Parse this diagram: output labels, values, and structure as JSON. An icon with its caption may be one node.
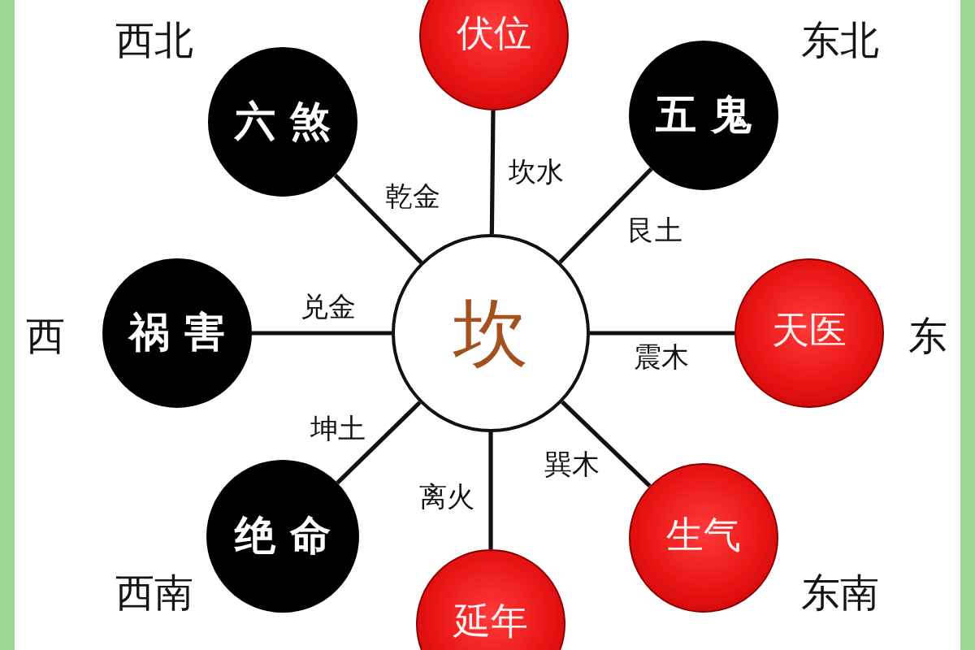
{
  "diagram": {
    "nodes": [
      {
        "text": [
          "伏位"
        ]
      },
      {
        "text": [
          "六煞"
        ],
        "beside": [
          "西北"
        ]
      },
      {
        "text": [
          "五鬼"
        ],
        "beside": [
          "东北"
        ]
      },
      {
        "text": [
          "祸害"
        ],
        "beside": [
          "西"
        ]
      },
      {
        "text": [
          "坎"
        ]
      },
      {
        "text": [
          "天医"
        ],
        "beside": [
          "东"
        ]
      },
      {
        "text": [
          "绝命"
        ],
        "beside": [
          "西南"
        ]
      },
      {
        "text": [
          "生气"
        ],
        "beside": [
          "东南"
        ]
      },
      {
        "text": [
          "延年"
        ]
      }
    ],
    "edges": [
      {
        "from": 4,
        "to": 0,
        "arrow": "none",
        "label": "坎水"
      },
      {
        "from": 4,
        "to": 1,
        "arrow": "none",
        "label": "乾金"
      },
      {
        "from": 4,
        "to": 2,
        "arrow": "none",
        "label": "艮土"
      },
      {
        "from": 4,
        "to": 3,
        "arrow": "none",
        "label": "兑金"
      },
      {
        "from": 4,
        "to": 5,
        "arrow": "none",
        "label": "震木"
      },
      {
        "from": 4,
        "to": 6,
        "arrow": "none",
        "label": "坤土"
      },
      {
        "from": 4,
        "to": 7,
        "arrow": "none",
        "label": "巽木"
      },
      {
        "from": 4,
        "to": 8,
        "arrow": "none",
        "label": "离火"
      }
    ]
  }
}
